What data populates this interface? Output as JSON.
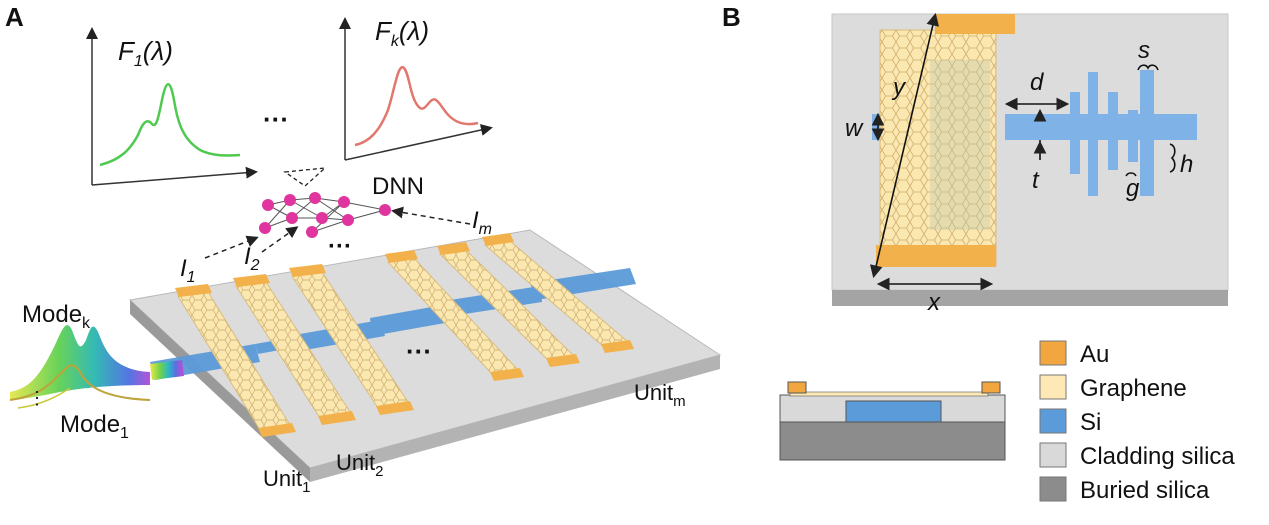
{
  "panel_a": {
    "panel_label": "A",
    "spectrum_1_label": "F",
    "spectrum_1_sub": "1",
    "spectrum_1_arg": "(λ)",
    "spectrum_k_label": "F",
    "spectrum_k_sub": "k",
    "spectrum_k_arg": "(λ)",
    "ellipsis_top": "···",
    "dnn_label": "DNN",
    "current_1": "I",
    "current_1_sub": "1",
    "current_2": "I",
    "current_2_sub": "2",
    "current_m": "I",
    "current_m_sub": "m",
    "ellipsis_mid": "···",
    "ellipsis_chip": "···",
    "mode_k": "Mode",
    "mode_k_sub": "k",
    "mode_1": "Mode",
    "mode_1_sub": "1",
    "unit_1": "Unit",
    "unit_1_sub": "1",
    "unit_2": "Unit",
    "unit_2_sub": "2",
    "unit_m": "Unit",
    "unit_m_sub": "m",
    "colors": {
      "spectrum_1": "#4fc94f",
      "spectrum_k": "#e2776e",
      "neuron": "#e0359e",
      "gold": "#f2b14a",
      "graphene": "#fbe7b0",
      "silicon": "#5b9bd9",
      "substrate_top": "#dcdcdc",
      "substrate_side": "#9a9a9a"
    }
  },
  "panel_b": {
    "panel_label": "B",
    "dim_w": "w",
    "dim_y": "y",
    "dim_d": "d",
    "dim_s": "s",
    "dim_t": "t",
    "dim_h": "h",
    "dim_g": "g",
    "dim_x": "x"
  },
  "legend": {
    "items": [
      {
        "label": "Au",
        "color": "#f2a640"
      },
      {
        "label": "Graphene",
        "color": "#fde8b6"
      },
      {
        "label": "Si",
        "color": "#5b9bd9"
      },
      {
        "label": "Cladding silica",
        "color": "#d9d9d9"
      },
      {
        "label": "Buried silica",
        "color": "#8c8c8c"
      }
    ]
  }
}
